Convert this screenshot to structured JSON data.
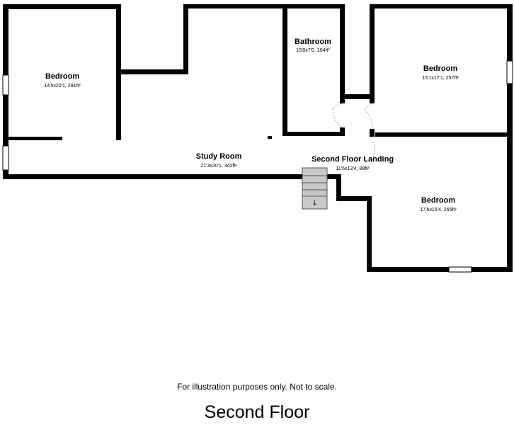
{
  "rooms": [
    {
      "name": "Bedroom",
      "dims": "14'5x20'1, 281ft²"
    },
    {
      "name": "Bathroom",
      "dims": "15'0x7'0, 104ft²"
    },
    {
      "name": "Bedroom",
      "dims": "15'1x17'1, 257ft²"
    },
    {
      "name": "Study Room",
      "dims": "21'3x20'1, 342ft²"
    },
    {
      "name": "Second Floor Landing",
      "dims": "11'6x13'4, 89ft²"
    },
    {
      "name": "Bedroom",
      "dims": "17'6x15'4, 265ft²"
    }
  ],
  "stairs": {
    "arrow": "↓",
    "icon": "down-arrow-icon"
  },
  "footer": {
    "disclaimer": "For illustration purposes only. Not to scale.",
    "floor": "Second Floor"
  },
  "colors": {
    "wall": "#000000",
    "stair_fill": "#c8c8c8",
    "door_swing": "#9a9a9a"
  }
}
